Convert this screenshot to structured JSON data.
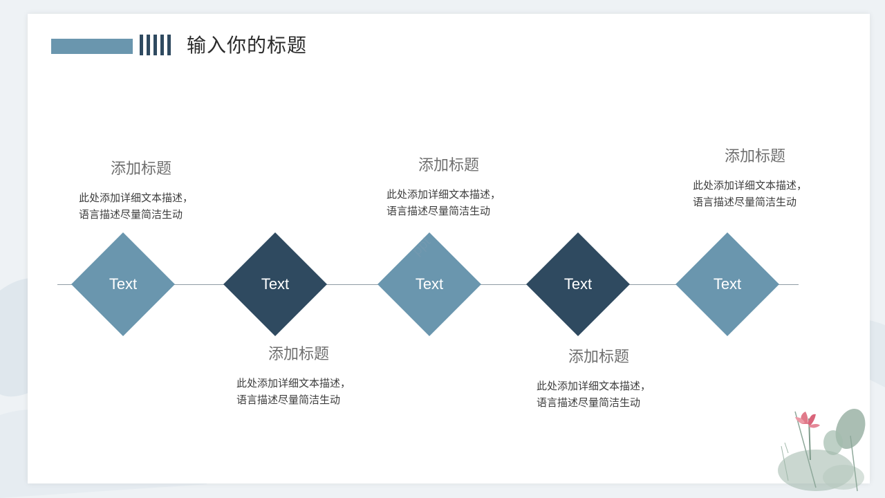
{
  "title": "输入你的标题",
  "colors": {
    "accent_light": "#6a96ae",
    "accent_dark": "#2f4a60"
  },
  "steps": [
    {
      "label": "Text",
      "tone": "light",
      "heading": "添加标题",
      "desc_line1": "此处添加详细文本描述，",
      "desc_line2": "语言描述尽量简洁生动",
      "text_position": "above"
    },
    {
      "label": "Text",
      "tone": "dark",
      "heading": "添加标题",
      "desc_line1": "此处添加详细文本描述，",
      "desc_line2": "语言描述尽量简洁生动",
      "text_position": "below"
    },
    {
      "label": "Text",
      "tone": "light",
      "heading": "添加标题",
      "desc_line1": "此处添加详细文本描述，",
      "desc_line2": "语言描述尽量简洁生动",
      "text_position": "above"
    },
    {
      "label": "Text",
      "tone": "dark",
      "heading": "添加标题",
      "desc_line1": "此处添加详细文本描述，",
      "desc_line2": "语言描述尽量简洁生动",
      "text_position": "below"
    },
    {
      "label": "Text",
      "tone": "light",
      "heading": "添加标题",
      "desc_line1": "此处添加详细文本描述，",
      "desc_line2": "语言描述尽量简洁生动",
      "text_position": "above"
    }
  ],
  "decor": {
    "watermark_icon": "ppt-watermark",
    "corner_art": "lotus-ink-painting-icon"
  }
}
